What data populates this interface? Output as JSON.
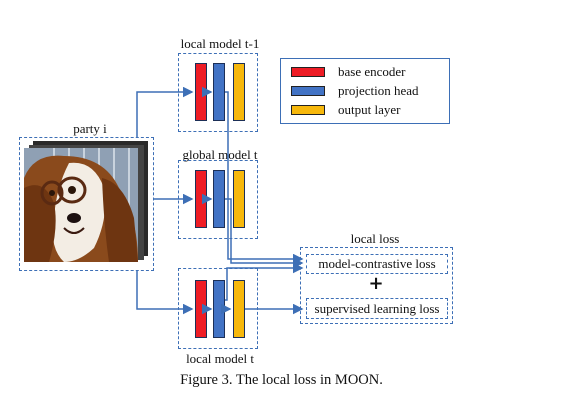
{
  "title": "",
  "legend": {
    "items": [
      {
        "label": "base encoder",
        "color": "#ee1c25"
      },
      {
        "label": "projection head",
        "color": "#4273c5"
      },
      {
        "label": "output layer",
        "color": "#f7b80c"
      }
    ]
  },
  "models": {
    "prev_local": "local model t-1",
    "global": "global model t",
    "local": "local model t"
  },
  "party_label": "party i",
  "loss": {
    "group_label": "local loss",
    "contrastive": "model-contrastive loss",
    "plus": "+",
    "supervised": "supervised learning loss"
  },
  "caption": "Figure 3. The local loss in MOON.",
  "colors": {
    "arrow": "#3d6fb6",
    "dash": "#3d6fb6"
  }
}
